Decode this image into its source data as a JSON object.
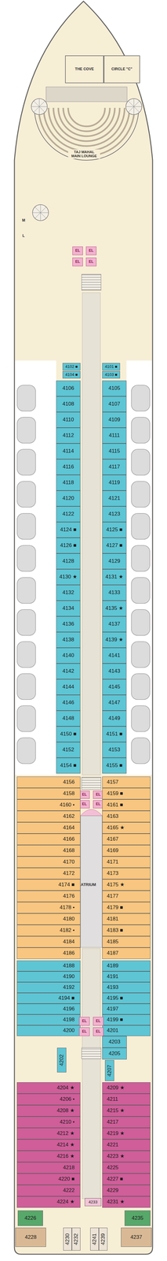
{
  "diagram": {
    "nodes": [
      {
        "text": [
          "THE COVE"
        ]
      },
      {
        "text": [
          "CIRCLE \"C\""
        ]
      },
      {
        "text": [
          "TAJ MAHAL MAIN LOUNGE"
        ]
      },
      {
        "text": [
          "EL"
        ]
      },
      {
        "text": [
          "EL"
        ]
      },
      {
        "text": [
          "EL"
        ]
      },
      {
        "text": [
          "EL"
        ]
      },
      {
        "text": [
          "4102 ■"
        ]
      },
      {
        "text": [
          "4104 ■"
        ]
      },
      {
        "text": [
          "4101 ■"
        ]
      },
      {
        "text": [
          "4103 ■"
        ]
      },
      {
        "text": [
          "4106"
        ]
      },
      {
        "text": [
          "4108"
        ]
      },
      {
        "text": [
          "4110"
        ]
      },
      {
        "text": [
          "4112"
        ]
      },
      {
        "text": [
          "4114"
        ]
      },
      {
        "text": [
          "4116"
        ]
      },
      {
        "text": [
          "4118"
        ]
      },
      {
        "text": [
          "4120"
        ]
      },
      {
        "text": [
          "4122"
        ]
      },
      {
        "text": [
          "4124 ■"
        ]
      },
      {
        "text": [
          "4126 ■"
        ]
      },
      {
        "text": [
          "4128"
        ]
      },
      {
        "text": [
          "4130 ★"
        ]
      },
      {
        "text": [
          "4132"
        ]
      },
      {
        "text": [
          "4134"
        ]
      },
      {
        "text": [
          "4136"
        ]
      },
      {
        "text": [
          "4138"
        ]
      },
      {
        "text": [
          "4140"
        ]
      },
      {
        "text": [
          "4142"
        ]
      },
      {
        "text": [
          "4144"
        ]
      },
      {
        "text": [
          "4146"
        ]
      },
      {
        "text": [
          "4148"
        ]
      },
      {
        "text": [
          "4150 ■"
        ]
      },
      {
        "text": [
          "4152"
        ]
      },
      {
        "text": [
          "4154 ■"
        ]
      },
      {
        "text": [
          "4105"
        ]
      },
      {
        "text": [
          "4107"
        ]
      },
      {
        "text": [
          "4109"
        ]
      },
      {
        "text": [
          "4111"
        ]
      },
      {
        "text": [
          "4115"
        ]
      },
      {
        "text": [
          "4117"
        ]
      },
      {
        "text": [
          "4119"
        ]
      },
      {
        "text": [
          "4121"
        ]
      },
      {
        "text": [
          "4123"
        ]
      },
      {
        "text": [
          "4125 ■"
        ]
      },
      {
        "text": [
          "4127 ■"
        ]
      },
      {
        "text": [
          "4129"
        ]
      },
      {
        "text": [
          "4131 ★"
        ]
      },
      {
        "text": [
          "4133"
        ]
      },
      {
        "text": [
          "4135 ★"
        ]
      },
      {
        "text": [
          "4137"
        ]
      },
      {
        "text": [
          "4139 ★"
        ]
      },
      {
        "text": [
          "4141"
        ]
      },
      {
        "text": [
          "4143"
        ]
      },
      {
        "text": [
          "4145"
        ]
      },
      {
        "text": [
          "4147"
        ]
      },
      {
        "text": [
          "4149"
        ]
      },
      {
        "text": [
          "4151 ■"
        ]
      },
      {
        "text": [
          "4153"
        ]
      },
      {
        "text": [
          "4155 ■"
        ]
      },
      {
        "text": [
          "EL"
        ]
      },
      {
        "text": [
          "EL"
        ]
      },
      {
        "text": [
          "EL"
        ]
      },
      {
        "text": [
          "EL"
        ]
      },
      {
        "text": [
          "ATRIUM"
        ]
      },
      {
        "text": [
          "4156"
        ]
      },
      {
        "text": [
          "4158"
        ]
      },
      {
        "text": [
          "4160 •"
        ]
      },
      {
        "text": [
          "4162"
        ]
      },
      {
        "text": [
          "4164"
        ]
      },
      {
        "text": [
          "4166"
        ]
      },
      {
        "text": [
          "4168"
        ]
      },
      {
        "text": [
          "4170"
        ]
      },
      {
        "text": [
          "4172"
        ]
      },
      {
        "text": [
          "4174 ■"
        ]
      },
      {
        "text": [
          "4176"
        ]
      },
      {
        "text": [
          "4178 •"
        ]
      },
      {
        "text": [
          "4180"
        ]
      },
      {
        "text": [
          "4182 •"
        ]
      },
      {
        "text": [
          "4184"
        ]
      },
      {
        "text": [
          "4186"
        ]
      },
      {
        "text": [
          "4157"
        ]
      },
      {
        "text": [
          "4159 ■"
        ]
      },
      {
        "text": [
          "4161 ■"
        ]
      },
      {
        "text": [
          "4163"
        ]
      },
      {
        "text": [
          "4165 ★"
        ]
      },
      {
        "text": [
          "4167"
        ]
      },
      {
        "text": [
          "4169"
        ]
      },
      {
        "text": [
          "4171"
        ]
      },
      {
        "text": [
          "4173"
        ]
      },
      {
        "text": [
          "4175 ★"
        ]
      },
      {
        "text": [
          "4177"
        ]
      },
      {
        "text": [
          "4179 ■"
        ]
      },
      {
        "text": [
          "4181"
        ]
      },
      {
        "text": [
          "4183 ■"
        ]
      },
      {
        "text": [
          "4185"
        ]
      },
      {
        "text": [
          "4187"
        ]
      },
      {
        "text": [
          "4188"
        ]
      },
      {
        "text": [
          "4190"
        ]
      },
      {
        "text": [
          "4192"
        ]
      },
      {
        "text": [
          "4194 ■"
        ]
      },
      {
        "text": [
          "4196"
        ]
      },
      {
        "text": [
          "4198"
        ]
      },
      {
        "text": [
          "4200"
        ]
      },
      {
        "text": [
          "4189"
        ]
      },
      {
        "text": [
          "4191"
        ]
      },
      {
        "text": [
          "4193"
        ]
      },
      {
        "text": [
          "4195 ■"
        ]
      },
      {
        "text": [
          "4197"
        ]
      },
      {
        "text": [
          "4199 ■"
        ]
      },
      {
        "text": [
          "4201"
        ]
      },
      {
        "text": [
          "4203"
        ]
      },
      {
        "text": [
          "4205"
        ]
      },
      {
        "text": [
          "EL"
        ]
      },
      {
        "text": [
          "EL"
        ]
      },
      {
        "text": [
          "EL"
        ]
      },
      {
        "text": [
          "EL"
        ]
      },
      {
        "text": [
          "4202"
        ]
      },
      {
        "text": [
          "4207"
        ]
      },
      {
        "text": [
          "4204 ★"
        ]
      },
      {
        "text": [
          "4206 •"
        ]
      },
      {
        "text": [
          "4208 ★"
        ]
      },
      {
        "text": [
          "4210 •"
        ]
      },
      {
        "text": [
          "4212 ★"
        ]
      },
      {
        "text": [
          "4214 ★"
        ]
      },
      {
        "text": [
          "4216 ★"
        ]
      },
      {
        "text": [
          "4218"
        ]
      },
      {
        "text": [
          "4220 ■"
        ]
      },
      {
        "text": [
          "4222"
        ]
      },
      {
        "text": [
          "4224 ★"
        ]
      },
      {
        "text": [
          "4209 ★"
        ]
      },
      {
        "text": [
          "4211"
        ]
      },
      {
        "text": [
          "4215 ★"
        ]
      },
      {
        "text": [
          "4217"
        ]
      },
      {
        "text": [
          "4219 ★"
        ]
      },
      {
        "text": [
          "4221"
        ]
      },
      {
        "text": [
          "4223 ★"
        ]
      },
      {
        "text": [
          "4225"
        ]
      },
      {
        "text": [
          "4227 ■"
        ]
      },
      {
        "text": [
          "4229"
        ]
      },
      {
        "text": [
          "4231 ★"
        ]
      },
      {
        "text": [
          "4233"
        ]
      },
      {
        "text": [
          "4226"
        ]
      },
      {
        "text": [
          "4235"
        ]
      },
      {
        "text": [
          "4228"
        ]
      },
      {
        "text": [
          "4230"
        ]
      },
      {
        "text": [
          "4232"
        ]
      },
      {
        "text": [
          "4241"
        ]
      },
      {
        "text": [
          "4239"
        ]
      },
      {
        "text": [
          "4237"
        ]
      }
    ],
    "labels": [
      "M",
      "L"
    ]
  }
}
